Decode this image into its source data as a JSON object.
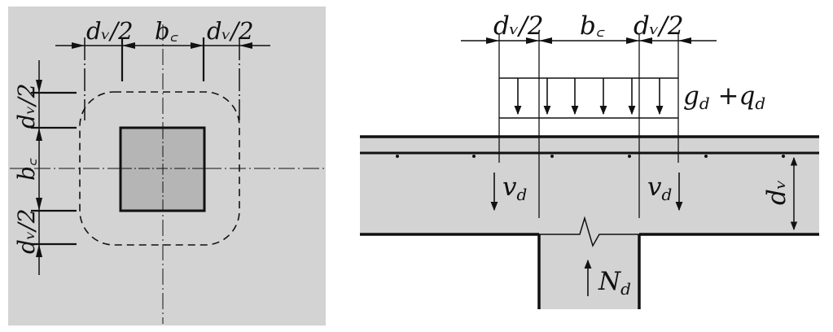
{
  "colors": {
    "panel_bg": "#d3d3d3",
    "column_fill": "#b5b5b5",
    "ink": "#111111",
    "page_bg": "#ffffff"
  },
  "plan_view": {
    "top_dim_left": "dᵥ/2",
    "top_dim_mid": "b꜀",
    "top_dim_right": "dᵥ/2",
    "side_dim_top": "dᵥ/2",
    "side_dim_mid": "b꜀",
    "side_dim_bottom": "dᵥ/2"
  },
  "section_view": {
    "top_dim_left": "dᵥ/2",
    "top_dim_mid": "b꜀",
    "top_dim_right": "dᵥ/2",
    "load_label": "g",
    "load_label_sub1": "d",
    "load_label_plus": " +q",
    "load_label_sub2": "d",
    "shear_left": "v",
    "shear_left_sub": "d",
    "shear_right": "v",
    "shear_right_sub": "d",
    "depth_label": "dᵥ",
    "reaction_label": "N",
    "reaction_sub": "d"
  }
}
